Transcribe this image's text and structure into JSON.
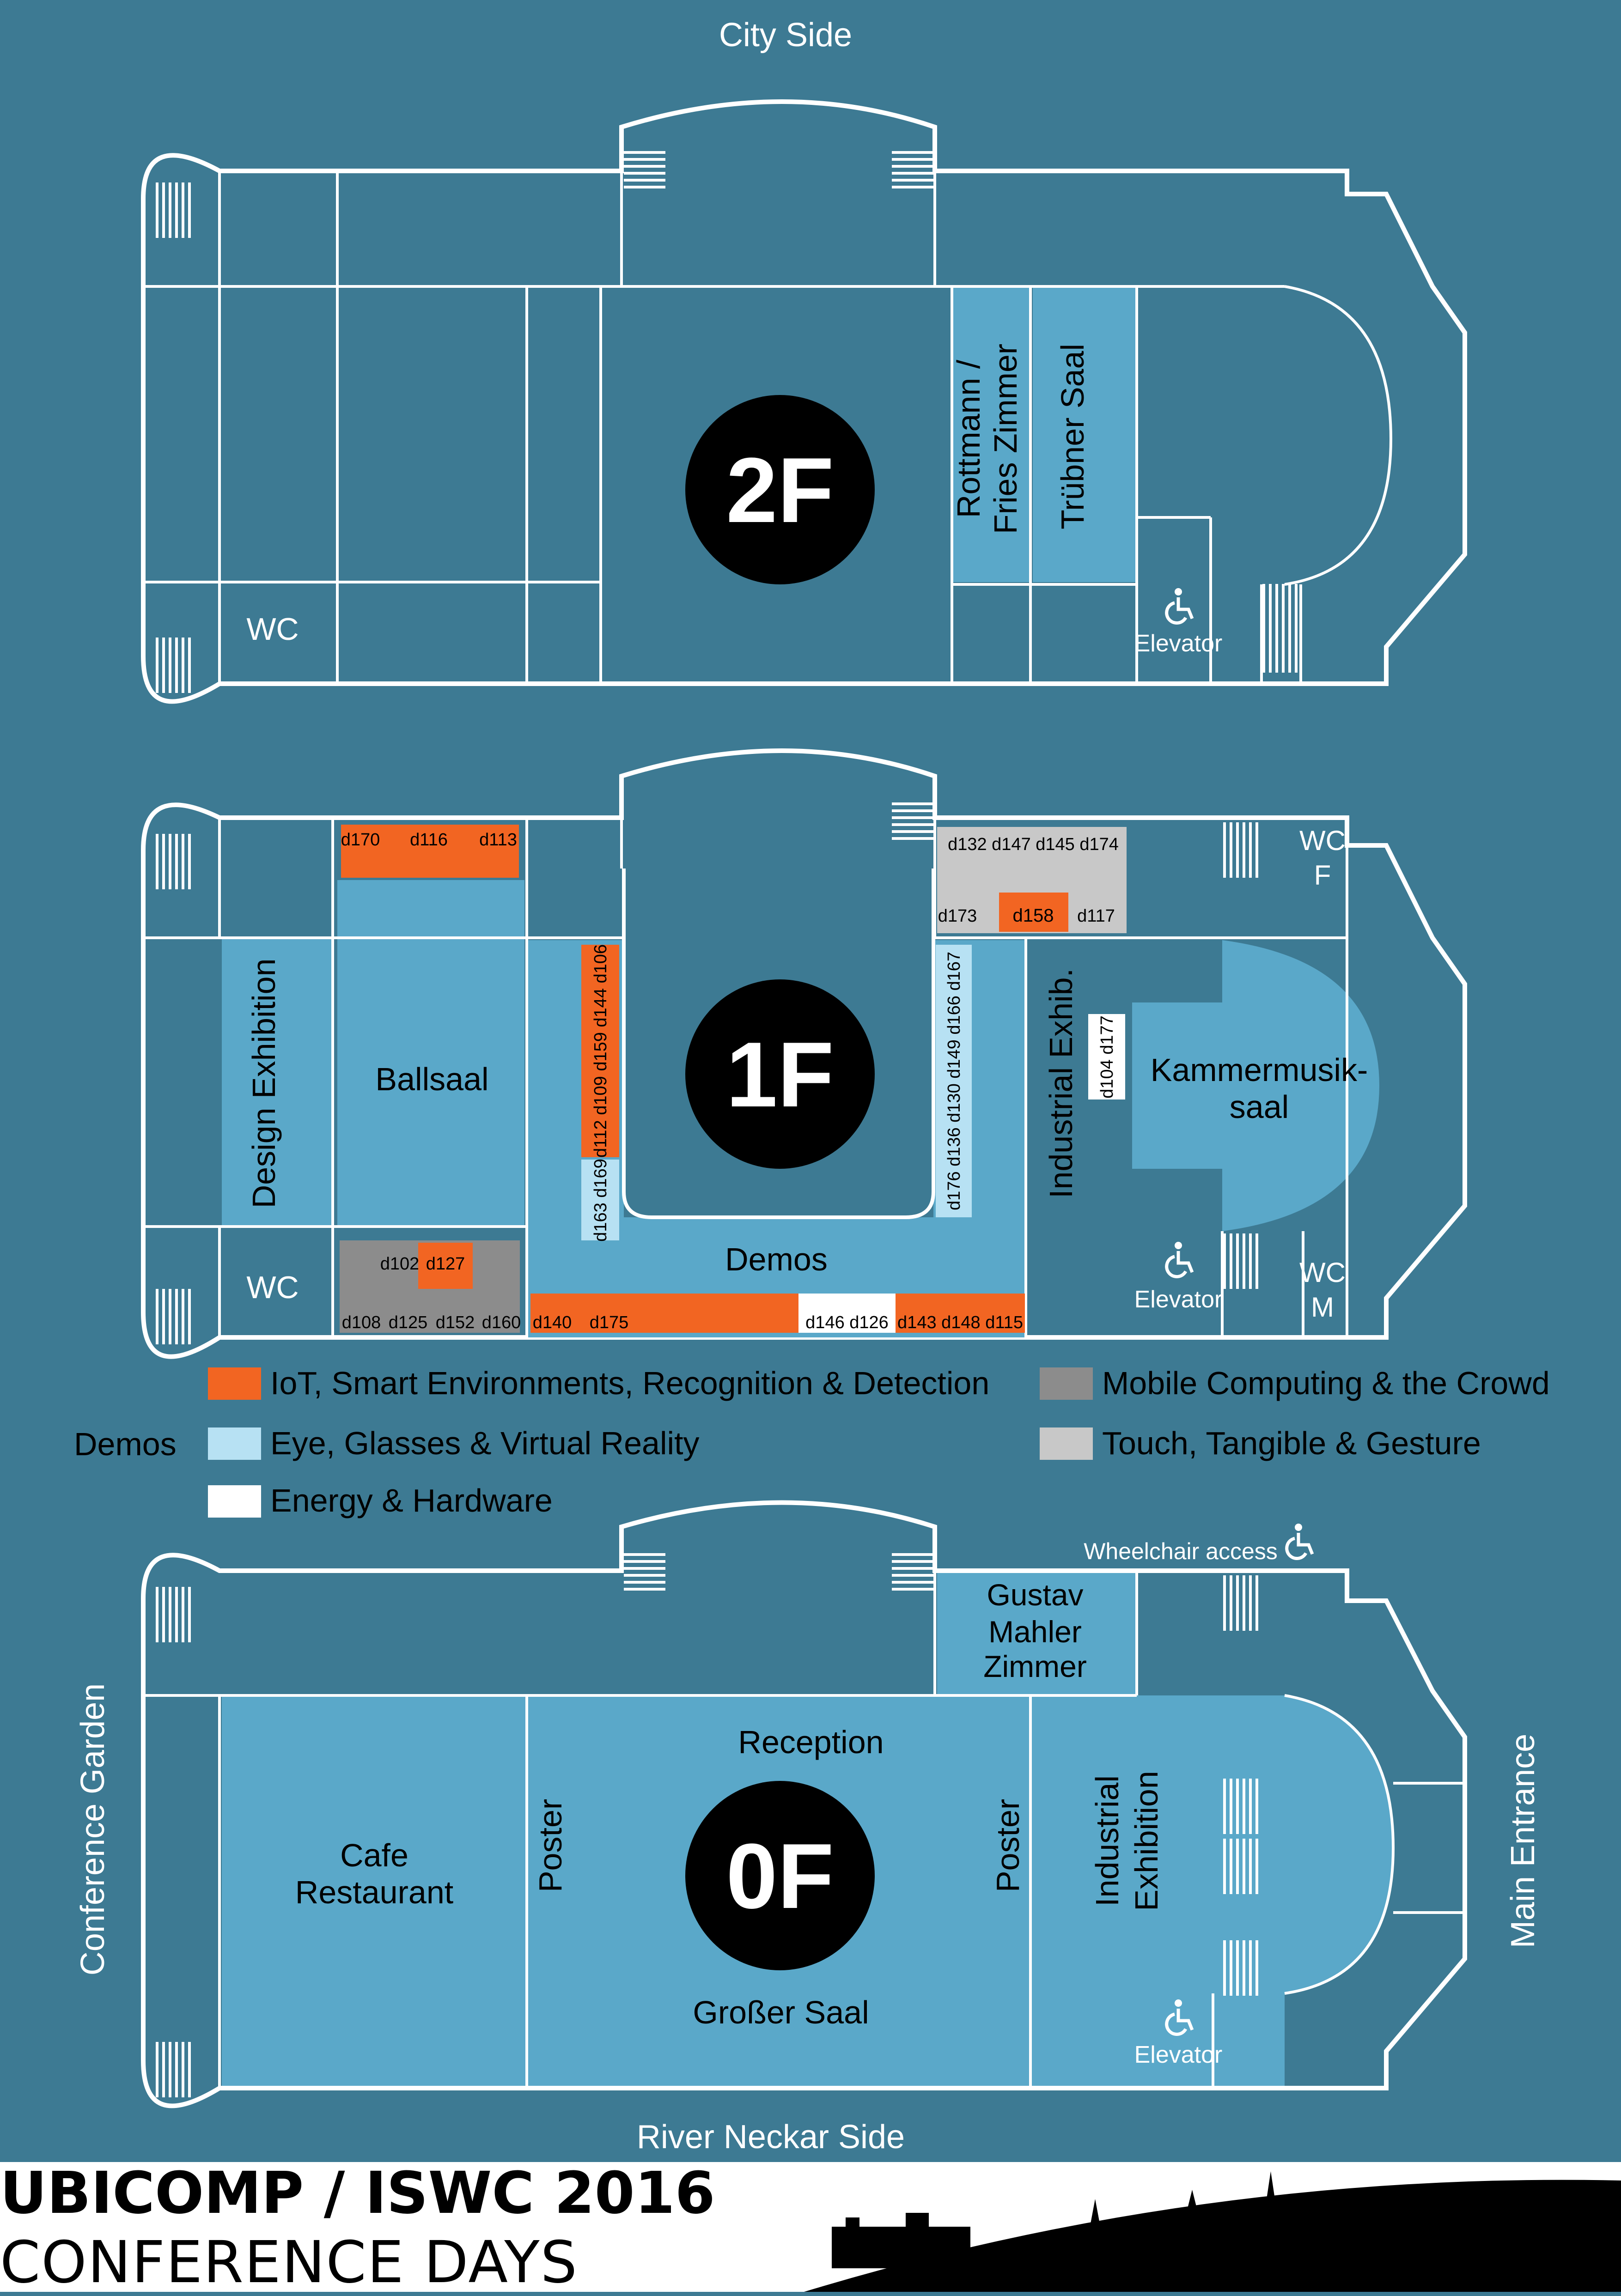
{
  "top_label": "City Side",
  "bottom_label": "River Neckar Side",
  "left_label": "Conference Garden",
  "right_label": "Main Entrance",
  "floors": {
    "f2": {
      "badge": "2F",
      "rooms": {
        "rottmann": "Rottmann /",
        "rottmann2": "Fries Zimmer",
        "truebner": "Trübner Saal",
        "wc": "WC",
        "elevator": "Elevator"
      }
    },
    "f1": {
      "badge": "1F",
      "rooms": {
        "design": "Design Exhibition",
        "ballsaal": "Ballsaal",
        "demos": "Demos",
        "industrial": "Industrial Exhib.",
        "kammer1": "Kammermusik-",
        "kammer2": "saal",
        "wc": "WC",
        "wcf1": "WC",
        "wcf2": "F",
        "wcm1": "WC",
        "wcm2": "M",
        "elevator": "Elevator"
      },
      "demo_labels": {
        "top_left": [
          "d170",
          "d116",
          "d113"
        ],
        "top_right_row1": "d132 d147 d145 d174",
        "top_right_a": "d173",
        "top_right_b": "d158",
        "top_right_c": "d117",
        "vert_orange": "d112 d109 d159 d144 d106",
        "vert_light": "d163 d169",
        "vert_right": "d176 d136 d130 d149 d166 d167",
        "vert_white": "d104 d177",
        "bl_row1_a": "d102",
        "bl_row1_b": "d127",
        "bl_row2": [
          "d108",
          "d125",
          "d152",
          "d160"
        ],
        "bottom_orange_a": "d140",
        "bottom_orange_b": "d175",
        "bottom_white": "d146 d126",
        "bottom_orange_c": "d143 d148 d115"
      }
    },
    "f0": {
      "badge": "0F",
      "rooms": {
        "gustav1": "Gustav",
        "gustav2": "Mahler",
        "gustav3": "Zimmer",
        "reception": "Reception",
        "cafe1": "Cafe",
        "cafe2": "Restaurant",
        "poster_left": "Poster",
        "poster_right": "Poster",
        "grosser": "Großer Saal",
        "industrial1": "Industrial",
        "industrial2": "Exhibition",
        "elevator": "Elevator",
        "wheelchair": "Wheelchair access"
      }
    }
  },
  "legend": {
    "heading": "Demos",
    "items": [
      {
        "label": "IoT, Smart Environments, Recognition & Detection",
        "color": "#f26522"
      },
      {
        "label": "Eye, Glasses & Virtual Reality",
        "color": "#b7e1f3"
      },
      {
        "label": "Energy & Hardware",
        "color": "#ffffff"
      },
      {
        "label": "Mobile Computing & the Crowd",
        "color": "#8c8c8c"
      },
      {
        "label": "Touch, Tangible & Gesture",
        "color": "#c8c8c8"
      }
    ]
  },
  "colors": {
    "background": "#3d7a93",
    "room_blue": "#5aa8c9",
    "orange": "#f26522",
    "light_blue": "#b7e1f3",
    "gray_dark": "#8c8c8c",
    "gray_light": "#c8c8c8"
  },
  "footer": {
    "title": "UBICOMP / ISWC 2016",
    "subtitle": "CONFERENCE DAYS"
  }
}
